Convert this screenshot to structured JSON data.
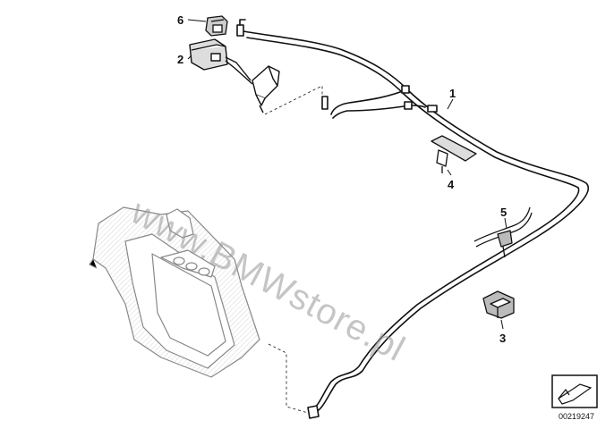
{
  "diagram": {
    "watermark": "www.BMWstore.pl",
    "diagram_id": "00219247",
    "callouts": [
      {
        "key": "c1",
        "label": "1"
      },
      {
        "key": "c2",
        "label": "2"
      },
      {
        "key": "c3",
        "label": "3"
      },
      {
        "key": "c4",
        "label": "4"
      },
      {
        "key": "c5",
        "label": "5"
      },
      {
        "key": "c6",
        "label": "6"
      }
    ],
    "colors": {
      "line": "#111111",
      "hatch": "#888888",
      "watermark": "#969696"
    }
  }
}
